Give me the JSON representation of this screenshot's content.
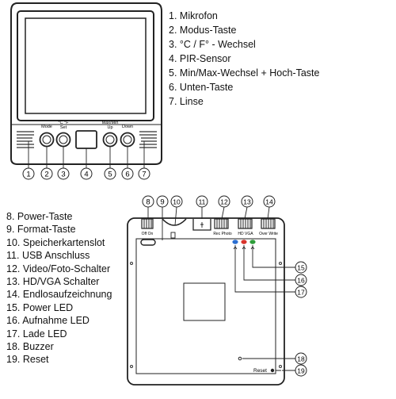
{
  "front_view": {
    "labels": {
      "mode": "Mode",
      "set_top": "°C °F",
      "set_bottom": "Set",
      "minmax_top": "Max/Min",
      "minmax_bottom": "Up",
      "down": "Down"
    },
    "callouts": [
      "1",
      "2",
      "3",
      "4",
      "5",
      "6",
      "7"
    ]
  },
  "rear_view": {
    "labels": {
      "off_on": "Off On",
      "rec_photo": "Rec Photo",
      "hd_vga": "HD VGA",
      "over_write": "Over Write",
      "reset": "Reset"
    },
    "callouts": [
      "8",
      "9",
      "10",
      "11",
      "12",
      "13",
      "14",
      "15",
      "16",
      "17",
      "18",
      "19"
    ],
    "led_colors": {
      "power": "#2f9e3b",
      "record": "#d8342c",
      "charge": "#2c6fd1"
    }
  },
  "legend_top": [
    {
      "num": "1.",
      "text": "Mikrofon"
    },
    {
      "num": "2.",
      "text": "Modus-Taste"
    },
    {
      "num": "3.",
      "text": "°C / F° - Wechsel"
    },
    {
      "num": "4.",
      "text": "PIR-Sensor"
    },
    {
      "num": "5.",
      "text": "Min/Max-Wechsel + Hoch-Taste"
    },
    {
      "num": "6.",
      "text": "Unten-Taste"
    },
    {
      "num": "7.",
      "text": "Linse"
    }
  ],
  "legend_bottom": [
    {
      "num": "8.",
      "text": "Power-Taste"
    },
    {
      "num": "9.",
      "text": "Format-Taste"
    },
    {
      "num": "10.",
      "text": "Speicherkartenslot"
    },
    {
      "num": "11.",
      "text": "USB Anschluss"
    },
    {
      "num": "12.",
      "text": "Video/Foto-Schalter"
    },
    {
      "num": "13.",
      "text": "HD/VGA Schalter"
    },
    {
      "num": "14.",
      "text": "Endlosaufzeichnung"
    },
    {
      "num": "15.",
      "text": "Power LED"
    },
    {
      "num": "16.",
      "text": "Aufnahme LED"
    },
    {
      "num": "17.",
      "text": "Lade LED"
    },
    {
      "num": "18.",
      "text": "Buzzer"
    },
    {
      "num": "19.",
      "text": "Reset"
    }
  ]
}
